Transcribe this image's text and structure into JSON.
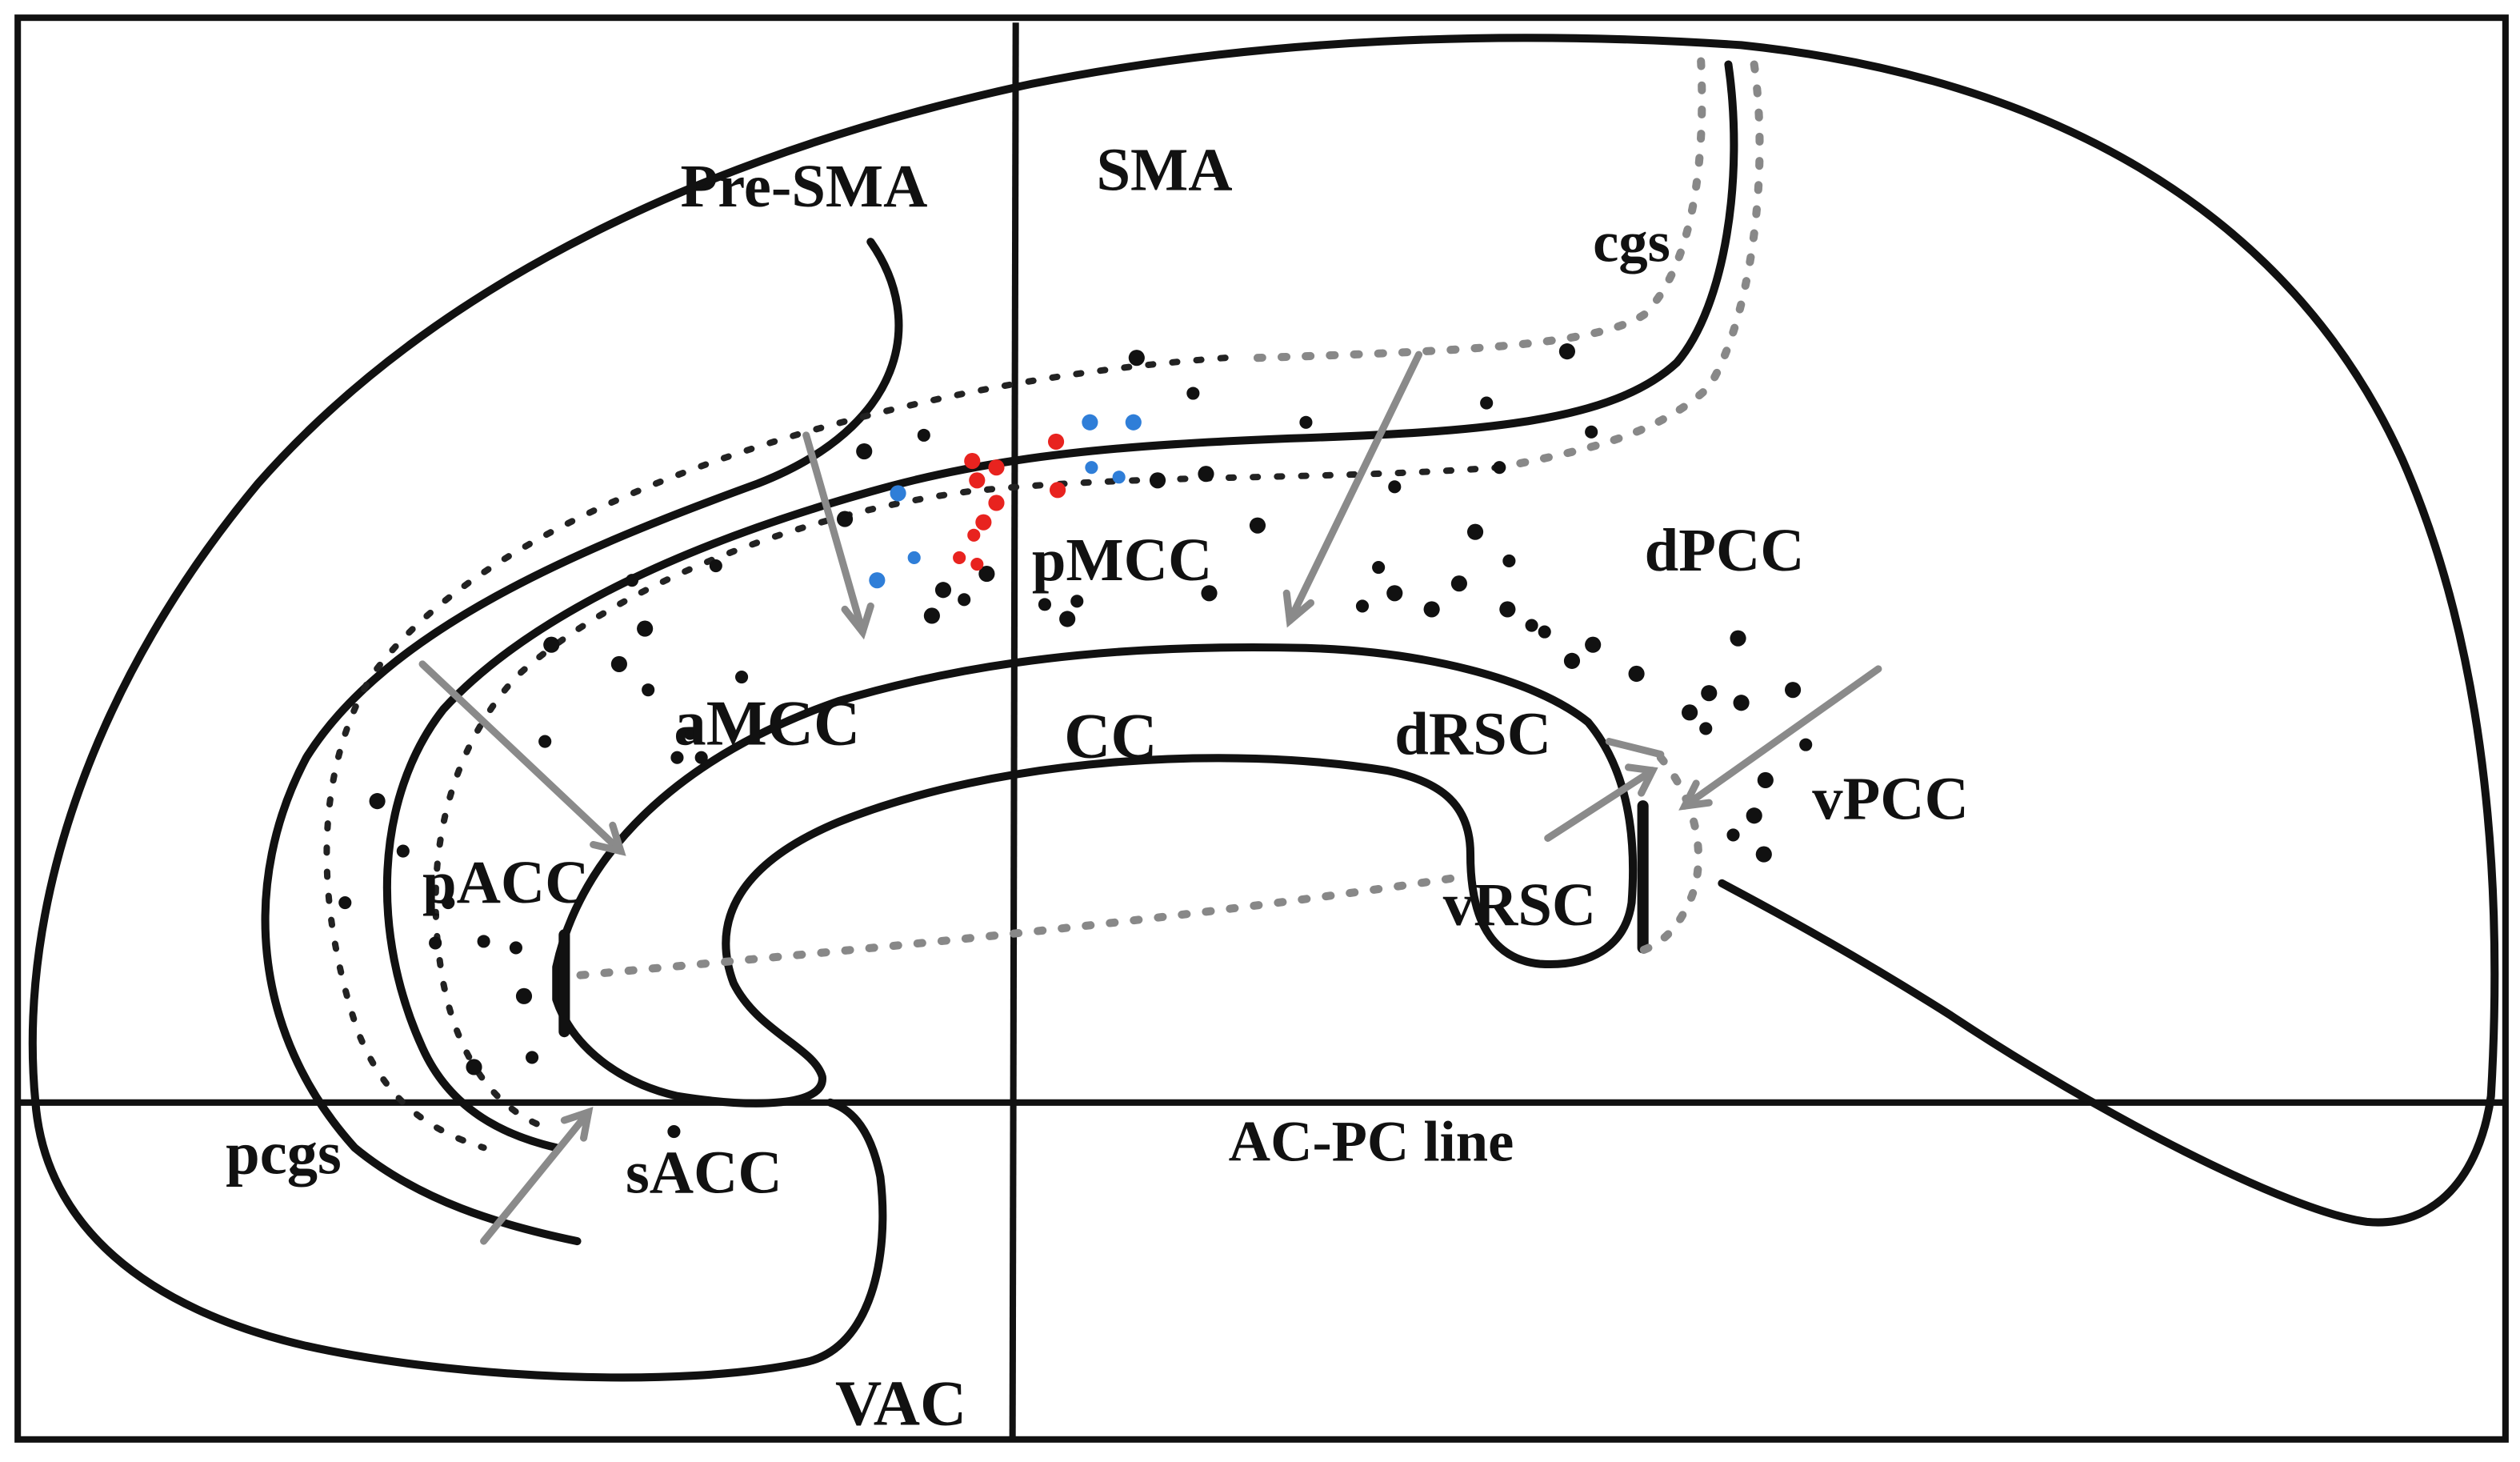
{
  "figure": {
    "labels": {
      "pre_sma": "Pre-SMA",
      "sma": "SMA",
      "cgs": "cgs",
      "pmcc": "pMCC",
      "dpcc": "dPCC",
      "amcc": "aMCC",
      "cc": "CC",
      "drsc": "dRSC",
      "vpcc": "vPCC",
      "pacc": "pACC",
      "vrsc": "vRSC",
      "pcgs": "pcgs",
      "sacc": "sACC",
      "ac_pc_line": "AC-PC line",
      "vac": "VAC"
    },
    "colors": {
      "black_points": "#111111",
      "red_points": "#e8231f",
      "blue_points": "#2f7ed8",
      "arrows": "#8a8a8a"
    }
  }
}
